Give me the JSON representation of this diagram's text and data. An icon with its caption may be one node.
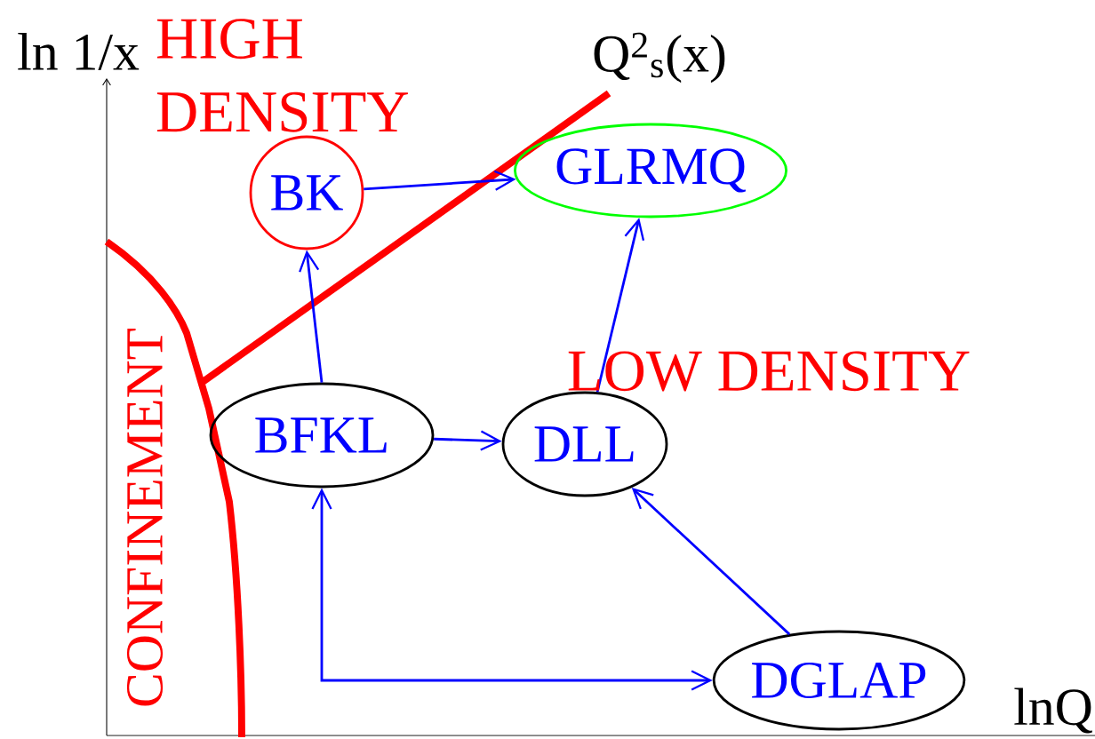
{
  "diagram": {
    "nodes": [
      {
        "text": [
          "BK"
        ]
      },
      {
        "text": [
          "GLRMQ"
        ]
      },
      {
        "text": [
          "BFKL"
        ]
      },
      {
        "text": [
          "DLL"
        ]
      },
      {
        "text": [
          "DGLAP"
        ]
      }
    ],
    "edges": [
      {
        "from": 2,
        "to": 0,
        "arrow": "to"
      },
      {
        "from": 0,
        "to": 1,
        "arrow": "to"
      },
      {
        "from": 2,
        "to": 3,
        "arrow": "to"
      },
      {
        "from": 3,
        "to": 1,
        "arrow": "to"
      },
      {
        "from": 4,
        "to": 3,
        "arrow": "to"
      },
      {
        "from": 2,
        "to": 4,
        "arrow": "both"
      }
    ],
    "labels": [
      "ln 1/x",
      "HIGH DENSITY",
      "Q$^{2}$$_{s}$(x)",
      "LOW DENSITY",
      "CONFINEMENT",
      "lnQ"
    ]
  }
}
